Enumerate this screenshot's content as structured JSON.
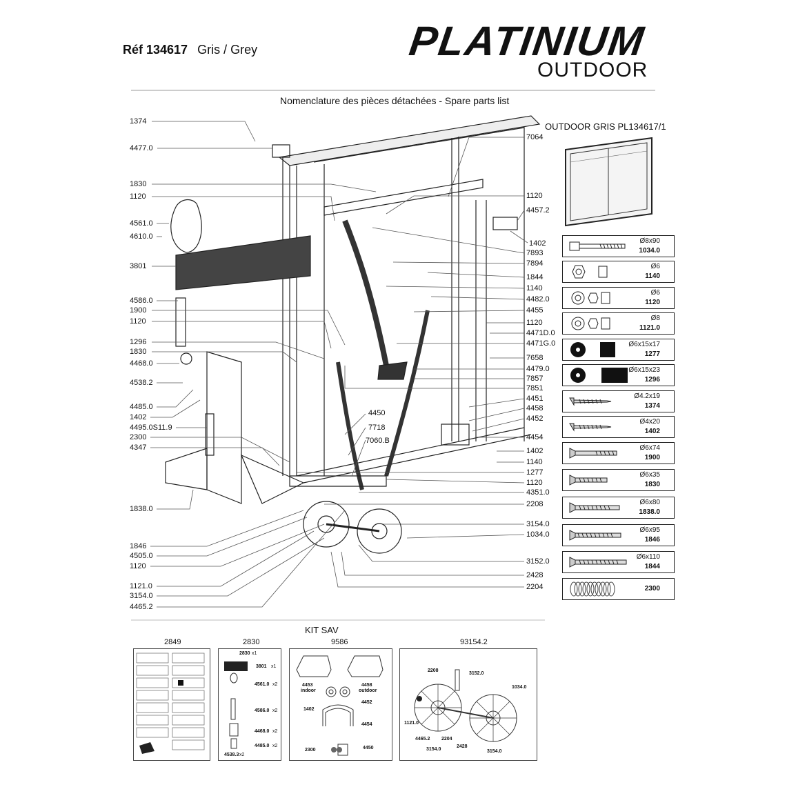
{
  "header": {
    "ref_label": "Réf 134617",
    "color_label": "Gris / Grey",
    "brand_main": "PLATINIUM",
    "brand_sub": "OUTDOOR",
    "list_title": "Nomenclature des pièces détachées  -  Spare parts list"
  },
  "left_labels": [
    "1374",
    "4477.0",
    "1830",
    "1120",
    "4561.0",
    "4610.0",
    "3801",
    "4586.0",
    "1900",
    "1120",
    "1296",
    "1830",
    "4468.0",
    "4538.2",
    "4485.0",
    "1402",
    "4495.0S11.9",
    "2300",
    "4347",
    "1838.0",
    "1846",
    "4505.0",
    "1120",
    "1121.0",
    "3154.0",
    "4465.2"
  ],
  "right_labels": [
    "7064",
    "1120",
    "4457.2",
    "1402",
    "7893",
    "7894",
    "1844",
    "1140",
    "4482.0",
    "4455",
    "1120",
    "4471D.0",
    "4471G.0",
    "7658",
    "4479.0",
    "7857",
    "7851",
    "4451",
    "4458",
    "4452",
    "4454",
    "1402",
    "1140",
    "1277",
    "1120",
    "4351.0",
    "2208",
    "3154.0",
    "1034.0",
    "3152.0",
    "2428",
    "2204"
  ],
  "center_labels": [
    "4450",
    "7718",
    "7060.B"
  ],
  "outdoor_panel": {
    "title": "OUTDOOR  GRIS  PL134617/1"
  },
  "spec_table": [
    {
      "dim": "Ø8x90",
      "code": "1034.0",
      "icon": "bolt-icon"
    },
    {
      "dim": "Ø6",
      "code": "1140",
      "icon": "nut-icon"
    },
    {
      "dim": "Ø6",
      "code": "1120",
      "icon": "washer-nut-icon"
    },
    {
      "dim": "Ø8",
      "code": "1121.0",
      "icon": "washer-nut-icon"
    },
    {
      "dim": "Ø6x15x17",
      "code": "1277",
      "icon": "black-washer-icon"
    },
    {
      "dim": "Ø6x15x23",
      "code": "1296",
      "icon": "black-washer-icon"
    },
    {
      "dim": "Ø4.2x19",
      "code": "1374",
      "icon": "screw-icon"
    },
    {
      "dim": "Ø4x20",
      "code": "1402",
      "icon": "screw-icon"
    },
    {
      "dim": "Ø6x74",
      "code": "1900",
      "icon": "screw-icon"
    },
    {
      "dim": "Ø6x35",
      "code": "1830",
      "icon": "screw-icon"
    },
    {
      "dim": "Ø6x80",
      "code": "1838.0",
      "icon": "screw-icon"
    },
    {
      "dim": "Ø6x95",
      "code": "1846",
      "icon": "screw-icon"
    },
    {
      "dim": "Ø6x110",
      "code": "1844",
      "icon": "screw-icon"
    },
    {
      "dim": "",
      "code": "2300",
      "icon": "spring-icon"
    }
  ],
  "kit": {
    "title": "KIT SAV",
    "boxes": [
      {
        "number": "2849"
      },
      {
        "number": "2830",
        "labels": [
          "2830",
          "x1",
          "3801",
          "x1",
          "4561.0",
          "x2",
          "4586.0",
          "x2",
          "4468.0",
          "x2",
          "4485.0",
          "x2",
          "4538.3",
          "x2"
        ]
      },
      {
        "number": "9586",
        "labels": [
          "4453",
          "indoor",
          "4458",
          "outdoor",
          "4452",
          "1402",
          "4454",
          "2300",
          "4450"
        ]
      },
      {
        "number": "93154.2",
        "labels": [
          "2208",
          "3152.0",
          "1034.0",
          "1121.0",
          "4465.2",
          "2204",
          "2428",
          "3154.0",
          "3154.0"
        ]
      }
    ]
  }
}
